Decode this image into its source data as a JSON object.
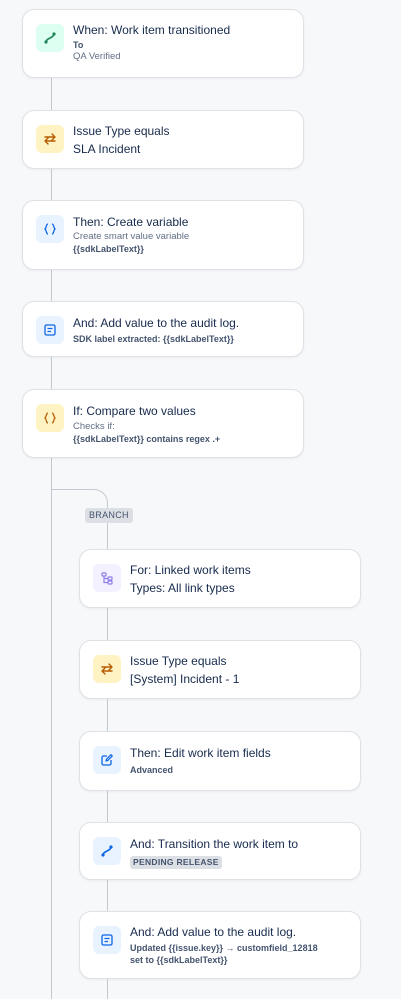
{
  "colors": {
    "connector": "#c4c9d1",
    "trigger_icon": "#1f845a",
    "condition_icon": "#b65c02",
    "action_icon": "#0c66e4",
    "branch_icon": "#8f7ee7"
  },
  "nodes": {
    "trigger": {
      "title": "When: Work item transitioned",
      "label": "To",
      "value": "QA Verified",
      "icon": "transition-icon"
    },
    "cond_issue_type": {
      "title": "Issue Type equals",
      "value": "SLA Incident",
      "icon": "swap-icon"
    },
    "create_variable": {
      "title": "Then: Create variable",
      "desc": "Create smart value variable",
      "value": "{{sdkLabelText}}",
      "icon": "braces-icon"
    },
    "audit_log_1": {
      "title": "And: Add value to the audit log.",
      "value": "SDK label extracted: {{sdkLabelText}}",
      "icon": "document-icon"
    },
    "compare": {
      "title": "If: Compare two values",
      "desc": "Checks if:",
      "value": "{{sdkLabelText}} contains regex .+",
      "icon": "braces-icon"
    },
    "branch_label": "BRANCH",
    "linked_items": {
      "title": "For: Linked work items",
      "value": "Types: All link types",
      "icon": "hierarchy-icon"
    },
    "cond_issue_type_2": {
      "title": "Issue Type equals",
      "value": "[System] Incident - 1",
      "icon": "swap-icon"
    },
    "edit_fields": {
      "title": "Then: Edit work item fields",
      "value": "Advanced",
      "icon": "edit-icon"
    },
    "transition": {
      "title": "And: Transition the work item to",
      "status": "PENDING RELEASE",
      "icon": "transition-icon"
    },
    "audit_log_2": {
      "title": "And: Add value to the audit log.",
      "line1": "Updated {{issue.key}} → customfield_12818",
      "line2": "set to {{sdkLabelText}}",
      "icon": "document-icon"
    }
  }
}
